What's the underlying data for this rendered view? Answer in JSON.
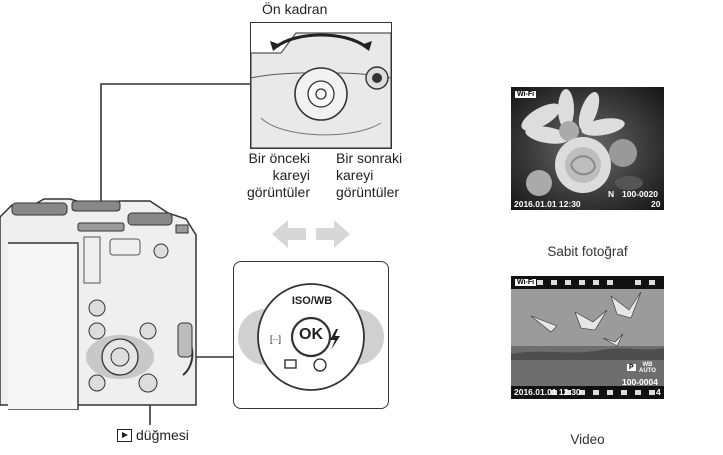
{
  "dial": {
    "label": "Ön kadran"
  },
  "prev_frame": {
    "line1": "Bir önceki",
    "line2": "kareyi",
    "line3": "görüntüler"
  },
  "next_frame": {
    "line1": "Bir sonraki",
    "line2": "kareyi",
    "line3": "görüntüler"
  },
  "keypad": {
    "top": "ISO/WB",
    "center": "OK"
  },
  "playback_button": {
    "label": "düğmesi",
    "icon": "play-icon"
  },
  "still_photo": {
    "caption": "Sabit fotoğraf",
    "osd": {
      "badge": "Wi-Fi",
      "quality": "N",
      "file_no": "100-0020",
      "datetime": "2016.01.01 12:30",
      "count": "20"
    }
  },
  "video": {
    "caption": "Video",
    "osd": {
      "badge": "Wi-Fi",
      "mode": "P",
      "wb": "WB",
      "wb_auto": "AUTO",
      "file_no": "100-0004",
      "datetime": "2016.01.01 12:30",
      "count": "4"
    }
  },
  "colors": {
    "arrow": "#d7d7d7",
    "line": "#333333",
    "highlight": "#c8c8c8"
  }
}
